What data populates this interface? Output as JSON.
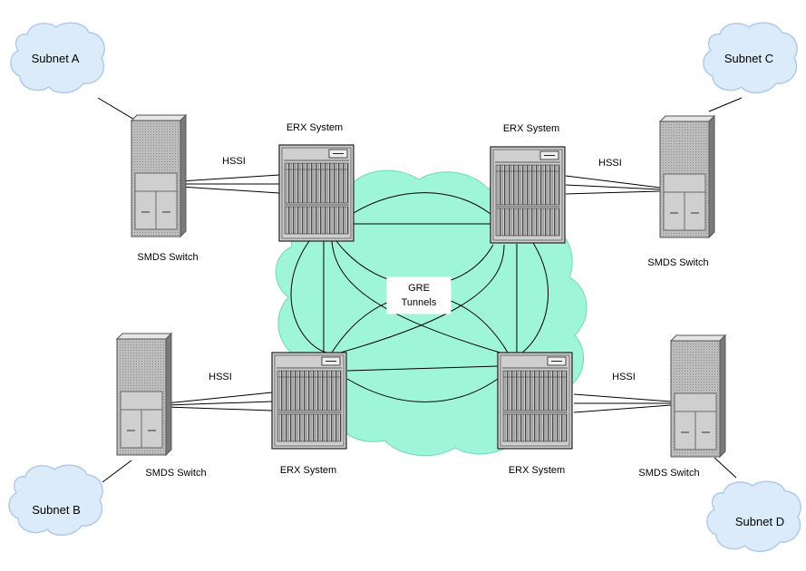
{
  "colors": {
    "core_cloud": "#9ff5d8",
    "subnet_cloud": "#dcebfa",
    "subnet_cloud_edge": "#aecbeb",
    "device_body": "#b8b8b8",
    "line": "#000000"
  },
  "subnets": {
    "a": "Subnet A",
    "b": "Subnet B",
    "c": "Subnet C",
    "d": "Subnet D"
  },
  "erx": {
    "top_left": "ERX System",
    "top_right": "ERX System",
    "bottom_left": "ERX System",
    "bottom_right": "ERX System"
  },
  "smds": {
    "top_left": "SMDS Switch",
    "top_right": "SMDS Switch",
    "bottom_left": "SMDS Switch",
    "bottom_right": "SMDS Switch"
  },
  "hssi": {
    "top_left": "HSSI",
    "top_right": "HSSI",
    "bottom_left": "HSSI",
    "bottom_right": "HSSI"
  },
  "gre": {
    "line1": "GRE",
    "line2": "Tunnels"
  }
}
